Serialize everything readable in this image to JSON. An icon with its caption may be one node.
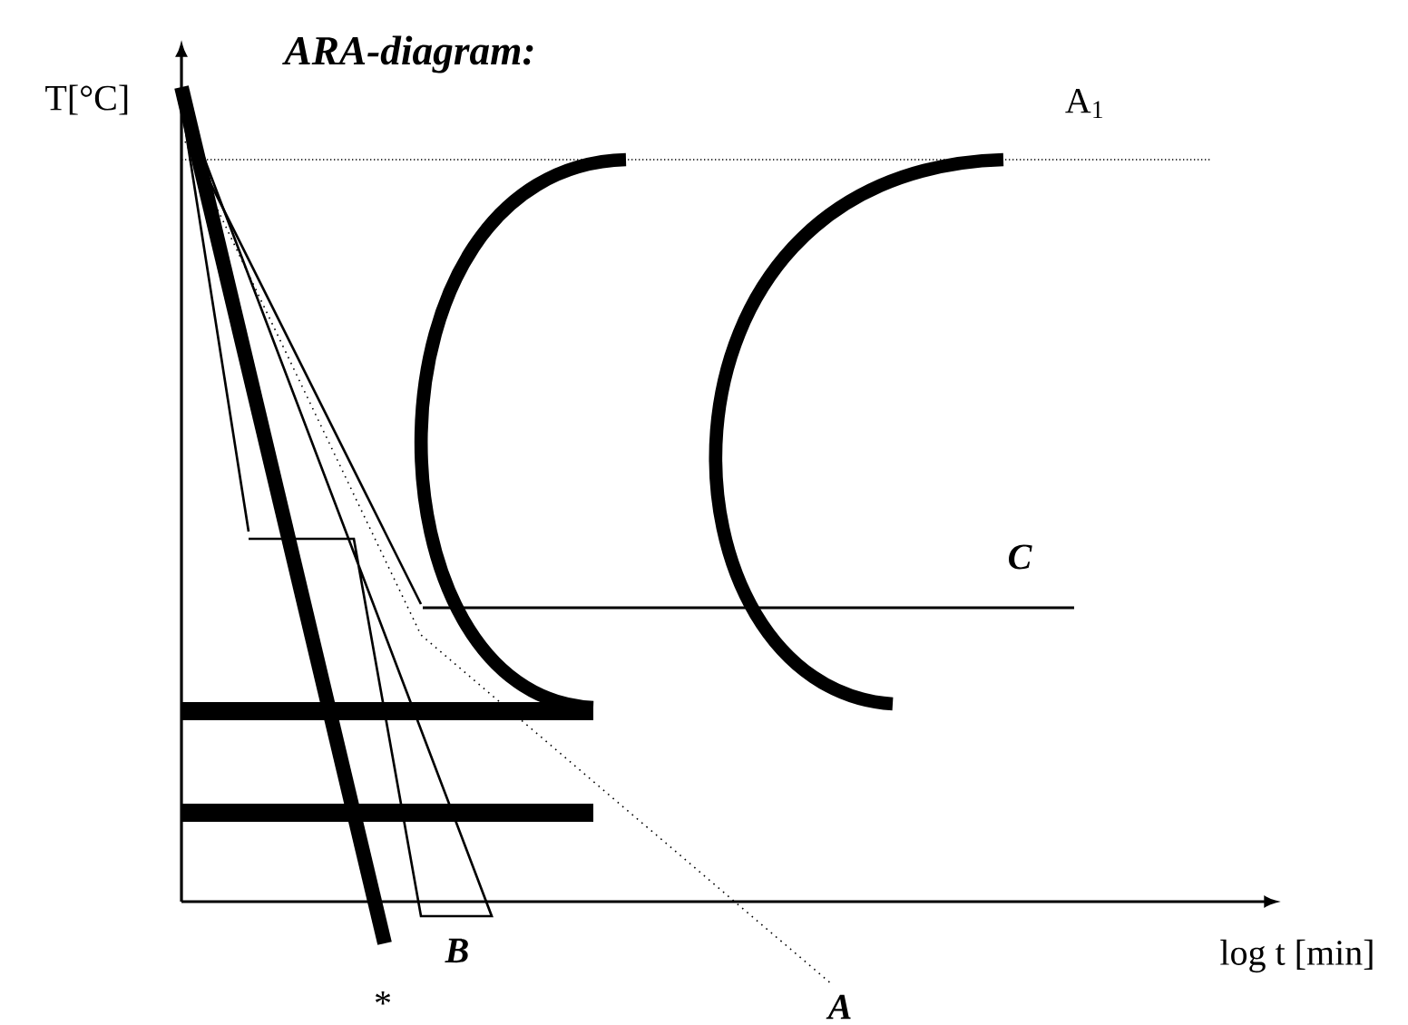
{
  "diagram": {
    "title": "ARA-diagram:",
    "labels": [
      "T[°C]",
      "A$_{1}$",
      "C",
      "B",
      "*",
      "A",
      "log t [min]"
    ]
  }
}
